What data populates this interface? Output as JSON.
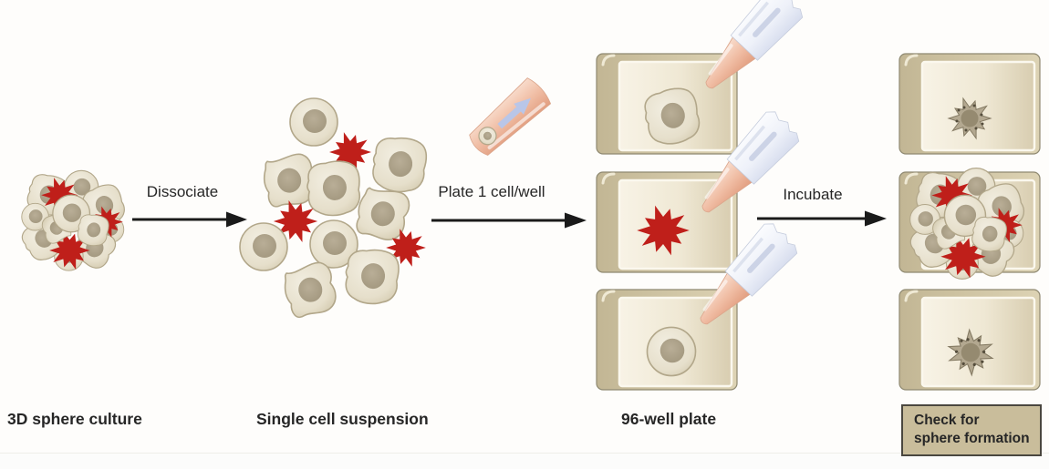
{
  "labels": {
    "stage1": "3D sphere culture",
    "stage2": "Single cell suspension",
    "stage3": "96-well plate",
    "check_line1": "Check for",
    "check_line2": "sphere formation"
  },
  "arrows": {
    "dissociate": "Dissociate",
    "plate": "Plate 1 cell/well",
    "incubate": "Incubate"
  },
  "icons": {
    "sphere_culture": "cell-cluster-icon",
    "single_cell_suspension": "dissociated-cells-icon",
    "small_pipette": "pipette-with-cell-icon",
    "pipette_tips": "pipette-tip-icon",
    "wells": "culture-well-icon",
    "red_cell": "stem-like-cell-icon",
    "gray_cell": "differentiated-cell-icon",
    "formed_sphere": "sphere-icon"
  },
  "colors": {
    "background": "#fefdfb",
    "cell_body": "#e9e3d2",
    "cell_outline": "#b2a78a",
    "nucleus": "#ada289",
    "stem_cell_red": "#bf1f1a",
    "well_tan": "#d7ccab",
    "pipette_pink": "#f0bda4",
    "pipette_filter_white": "#eef1f9",
    "check_box_bg": "#c9bd9b",
    "text": "#262626"
  }
}
